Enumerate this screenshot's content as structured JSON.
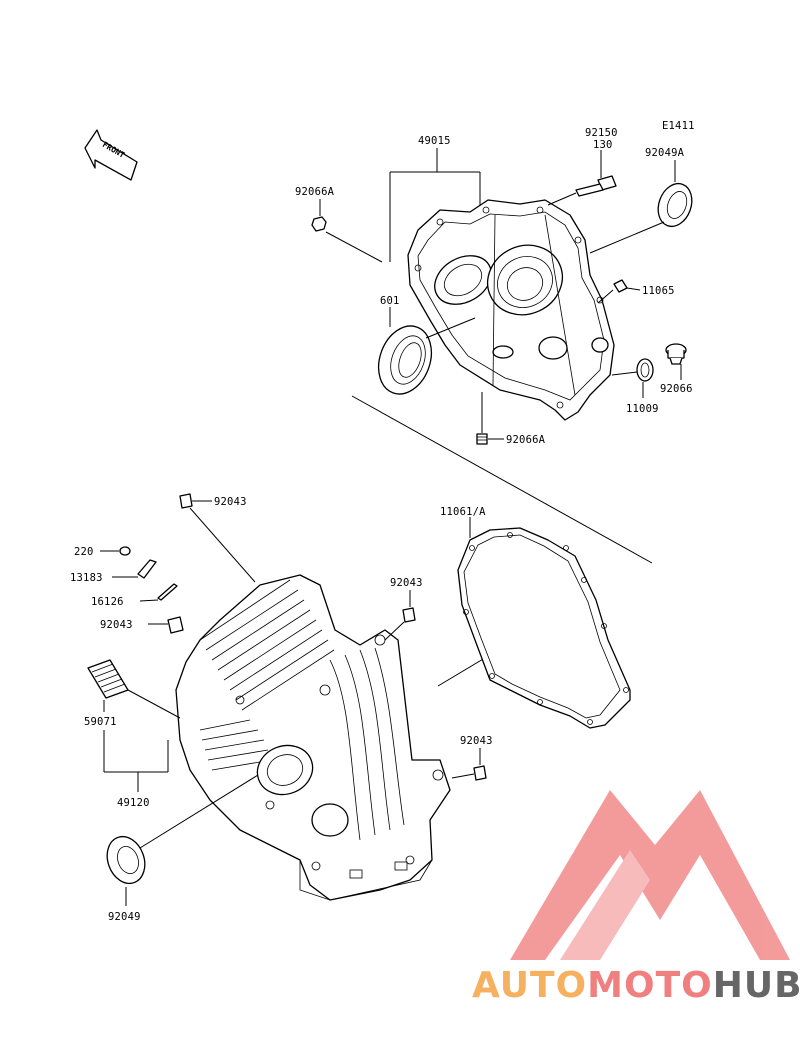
{
  "diagram_code": "E1411",
  "front_label": "FRONT",
  "labels": {
    "p49015": "49015",
    "p92150": "92150",
    "p130": "130",
    "p92049A": "92049A",
    "p92066A_top": "92066A",
    "p601": "601",
    "p11065": "11065",
    "p92066": "92066",
    "p11009": "11009",
    "p92066A_bottom": "92066A",
    "p92043_top": "92043",
    "p220": "220",
    "p13183": "13183",
    "p16126": "16126",
    "p92043_left": "92043",
    "p92043_mid": "92043",
    "p11061A": "11061/A",
    "p59071": "59071",
    "p49120": "49120",
    "p92043_right": "92043",
    "p92049": "92049"
  },
  "watermark": {
    "word_part1": "AUTO",
    "word_part2": "MOTO",
    "word_part3": "HUB",
    "color1": "#f5b060",
    "color2": "#f08080",
    "color3": "#666666",
    "logo_color": "#f28a8a"
  }
}
